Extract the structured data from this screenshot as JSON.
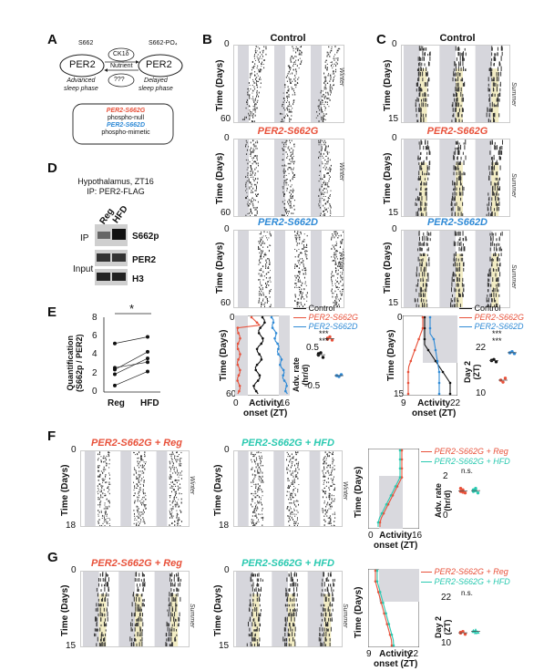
{
  "panels": {
    "A": {
      "letter": "A",
      "left_label": "PER2",
      "left_sup": "S662",
      "left_caption": [
        "Advanced",
        "sleep phase"
      ],
      "right_label": "PER2",
      "right_sup": "S662-PO₄",
      "right_caption": [
        "Delayed",
        "sleep phase"
      ],
      "arrow_top": "CK1δ",
      "arrow_mid": "Nutrient",
      "arrow_bottom": "???",
      "legend_red": "PER2-S662G",
      "legend_red_sub": "phospho-null",
      "legend_blue": "PER2-S662D",
      "legend_blue_sub": "phospho-mimetic"
    },
    "B": {
      "letter": "B",
      "titles": [
        "Control",
        "PER2-S662G",
        "PER2-S662D"
      ],
      "season": "Winter",
      "y_top": "0",
      "y_bottom": "60",
      "ylabel": "Time (Days)",
      "legend": [
        "Control",
        "PER2-S662G",
        "PER2-S662D"
      ],
      "onset_ylabel": "Time (Days)",
      "onset_xlabel": [
        "Activity",
        "onset (ZT)"
      ],
      "onset_x_ticks": [
        "0",
        "16"
      ],
      "onset_y_ticks": [
        "0",
        "60"
      ],
      "rate_ylabel": [
        "Adv. rate",
        "(hr/d)"
      ],
      "rate_ticks": [
        "0.5",
        "-0.5"
      ],
      "sig": [
        "***",
        "***"
      ]
    },
    "C": {
      "letter": "C",
      "titles": [
        "Control",
        "PER2-S662G",
        "PER2-S662D"
      ],
      "season": "Summer",
      "y_top": "0",
      "y_bottom": "15",
      "ylabel": "Time (Days)",
      "legend": [
        "Control",
        "PER2-S662G",
        "PER2-S662D"
      ],
      "onset_xlabel": [
        "Activity",
        "onset (ZT)"
      ],
      "onset_x_ticks": [
        "9",
        "22"
      ],
      "onset_y_ticks": [
        "0",
        "15"
      ],
      "day2_ylabel": [
        "Day 2",
        "(ZT)"
      ],
      "day2_ticks": [
        "22",
        "10"
      ],
      "sig": [
        "***",
        "***"
      ]
    },
    "D": {
      "letter": "D",
      "header": [
        "Hypothalamus, ZT16",
        "IP: PER2-FLAG"
      ],
      "lanes": [
        "Reg",
        "HFD"
      ],
      "ip_label": "IP",
      "input_label": "Input",
      "bands": [
        "S662p",
        "PER2",
        "H3"
      ]
    },
    "E": {
      "letter": "E",
      "ylabel": [
        "Quantification",
        "(S662p / PER2)"
      ],
      "y_ticks": [
        "8",
        "6",
        "4",
        "2",
        "0"
      ],
      "x_ticks": [
        "Reg",
        "HFD"
      ],
      "sig": "*"
    },
    "F": {
      "letter": "F",
      "titles": [
        "PER2-S662G + Reg",
        "PER2-S662G + HFD"
      ],
      "season": "Winter",
      "y_top": "0",
      "y_bottom": "18",
      "ylabel": "Time (Days)",
      "legend": [
        "PER2-S662G + Reg",
        "PER2-S662G + HFD"
      ],
      "onset_xlabel": [
        "Activity",
        "onset (ZT)"
      ],
      "onset_x_ticks": [
        "0",
        "16"
      ],
      "rate_ylabel": [
        "Adv. rate",
        "(hr/d)"
      ],
      "rate_ticks": [
        "2",
        "0"
      ],
      "sig": "n.s."
    },
    "G": {
      "letter": "G",
      "titles": [
        "PER2-S662G + Reg",
        "PER2-S662G + HFD"
      ],
      "season": "Summer",
      "y_top": "0",
      "y_bottom": "15",
      "ylabel": "Time (Days)",
      "legend": [
        "PER2-S662G + Reg",
        "PER2-S662G + HFD"
      ],
      "onset_xlabel": [
        "Activity",
        "onset (ZT)"
      ],
      "onset_x_ticks": [
        "9",
        "22"
      ],
      "day2_ylabel": [
        "Day 2",
        "(ZT)"
      ],
      "day2_ticks": [
        "22",
        "10"
      ],
      "sig": "n.s."
    }
  },
  "colors": {
    "control": "#111111",
    "s662g": "#e8513a",
    "s662d": "#2f8ad6",
    "hfd": "#29c9b0"
  },
  "chart_data": [
    {
      "type": "scatter",
      "panel": "E",
      "categories": [
        "Reg",
        "HFD"
      ],
      "pairs": [
        [
          5.2,
          5.9
        ],
        [
          2.4,
          4.3
        ],
        [
          2.6,
          3.2
        ],
        [
          1.9,
          3.6
        ],
        [
          0.7,
          2.2
        ]
      ],
      "ylim": [
        0,
        8
      ]
    },
    {
      "type": "scatter",
      "panel": "B-rate",
      "series": [
        {
          "name": "Control",
          "values": [
            0.05,
            0.1,
            0.0,
            0.08
          ]
        },
        {
          "name": "PER2-S662G",
          "values": [
            0.4,
            0.45,
            0.38,
            0.42
          ]
        },
        {
          "name": "PER2-S662D",
          "values": [
            -0.4,
            -0.42,
            -0.38
          ]
        }
      ]
    },
    {
      "type": "scatter",
      "panel": "C-day2",
      "series": [
        {
          "name": "Control",
          "values": [
            17.5,
            17.8,
            17.2,
            17.6
          ]
        },
        {
          "name": "PER2-S662G",
          "values": [
            12.5,
            12.0,
            13.0
          ]
        },
        {
          "name": "PER2-S662D",
          "values": [
            19.5,
            19.8,
            19.3
          ]
        }
      ]
    },
    {
      "type": "scatter",
      "panel": "F-rate",
      "series": [
        {
          "name": "PER2-S662G + Reg",
          "values": [
            1.0,
            1.1,
            0.9,
            1.2,
            0.95
          ]
        },
        {
          "name": "PER2-S662G + HFD",
          "values": [
            1.0,
            1.2,
            0.9,
            1.1,
            1.05
          ]
        }
      ]
    },
    {
      "type": "scatter",
      "panel": "G-day2",
      "series": [
        {
          "name": "PER2-S662G + Reg",
          "values": [
            11.8,
            12.2,
            11.5,
            12.0
          ]
        },
        {
          "name": "PER2-S662G + HFD",
          "values": [
            12.2,
            12.6,
            12.0,
            12.4,
            11.9
          ]
        }
      ]
    }
  ]
}
